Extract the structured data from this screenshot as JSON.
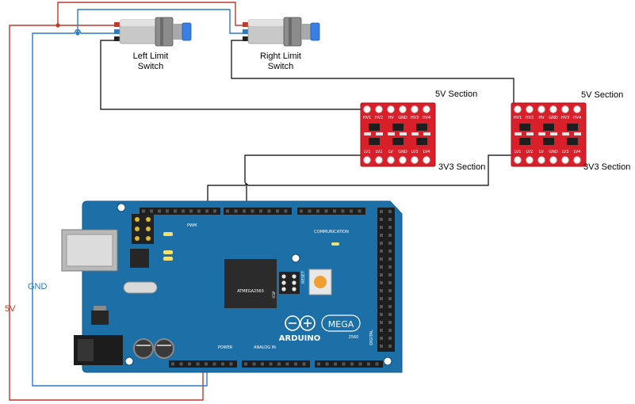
{
  "title": "",
  "labels": {
    "left_switch": [
      "Left Limit",
      "Switch"
    ],
    "right_switch": [
      "Right Limit",
      "Switch"
    ],
    "lls1_5v": "5V Section",
    "lls1_3v3": "3V3 Section",
    "lls2_5v": "5V Section",
    "lls2_3v3": "3V3 Section",
    "wire_5v": "5V",
    "wire_gnd": "GND"
  },
  "level_shifter": {
    "top_pins": [
      "HV1",
      "HV2",
      "HV",
      "GND",
      "HV3",
      "HV4"
    ],
    "bottom_pins": [
      "LV1",
      "LV2",
      "LV",
      "GND",
      "LV3",
      "LV4"
    ]
  },
  "arduino": {
    "brand": "ARDUINO",
    "model": "MEGA",
    "model_sub": "2560",
    "chip": "ATMEGA2560",
    "header_labels": {
      "pwm": "PWM",
      "communication": "COMMUNICATION",
      "power": "POWER",
      "analog_in": "ANALOG IN",
      "digital": "DIGITAL",
      "reset": "RESET",
      "icsp": "ICSP"
    }
  },
  "colors": {
    "wire_5v": "#c0392b",
    "wire_gnd": "#2b7bbf",
    "wire_signal": "#000000",
    "board": "#1d6fa8",
    "level_shifter": "#d81f2a",
    "switch_body": "#c8c8c8",
    "switch_tip": "#3b7fe0"
  }
}
